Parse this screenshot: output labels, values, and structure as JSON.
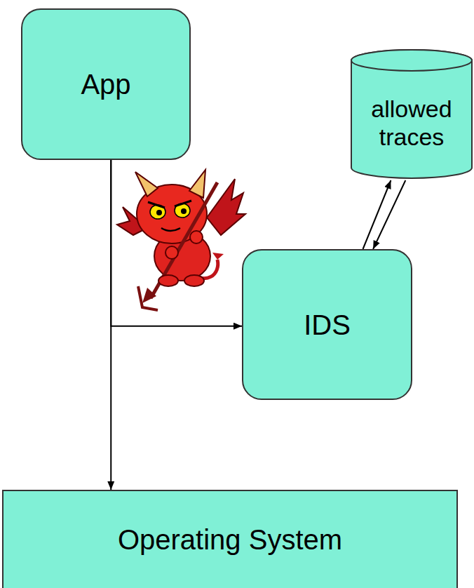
{
  "diagram": {
    "nodes": [
      {
        "text": [
          "App"
        ]
      },
      {
        "text": [
          "allowed traces"
        ]
      },
      {
        "text": [
          "IDS"
        ]
      },
      {
        "text": [
          "Operating System"
        ]
      }
    ],
    "edges": [
      {
        "from": 0,
        "to": 3,
        "arrow": "to"
      },
      {
        "from": 0,
        "to": 2,
        "arrow": "to"
      },
      {
        "from": 2,
        "to": 1,
        "arrow": "to"
      },
      {
        "from": 1,
        "to": 2,
        "arrow": "to"
      }
    ]
  }
}
